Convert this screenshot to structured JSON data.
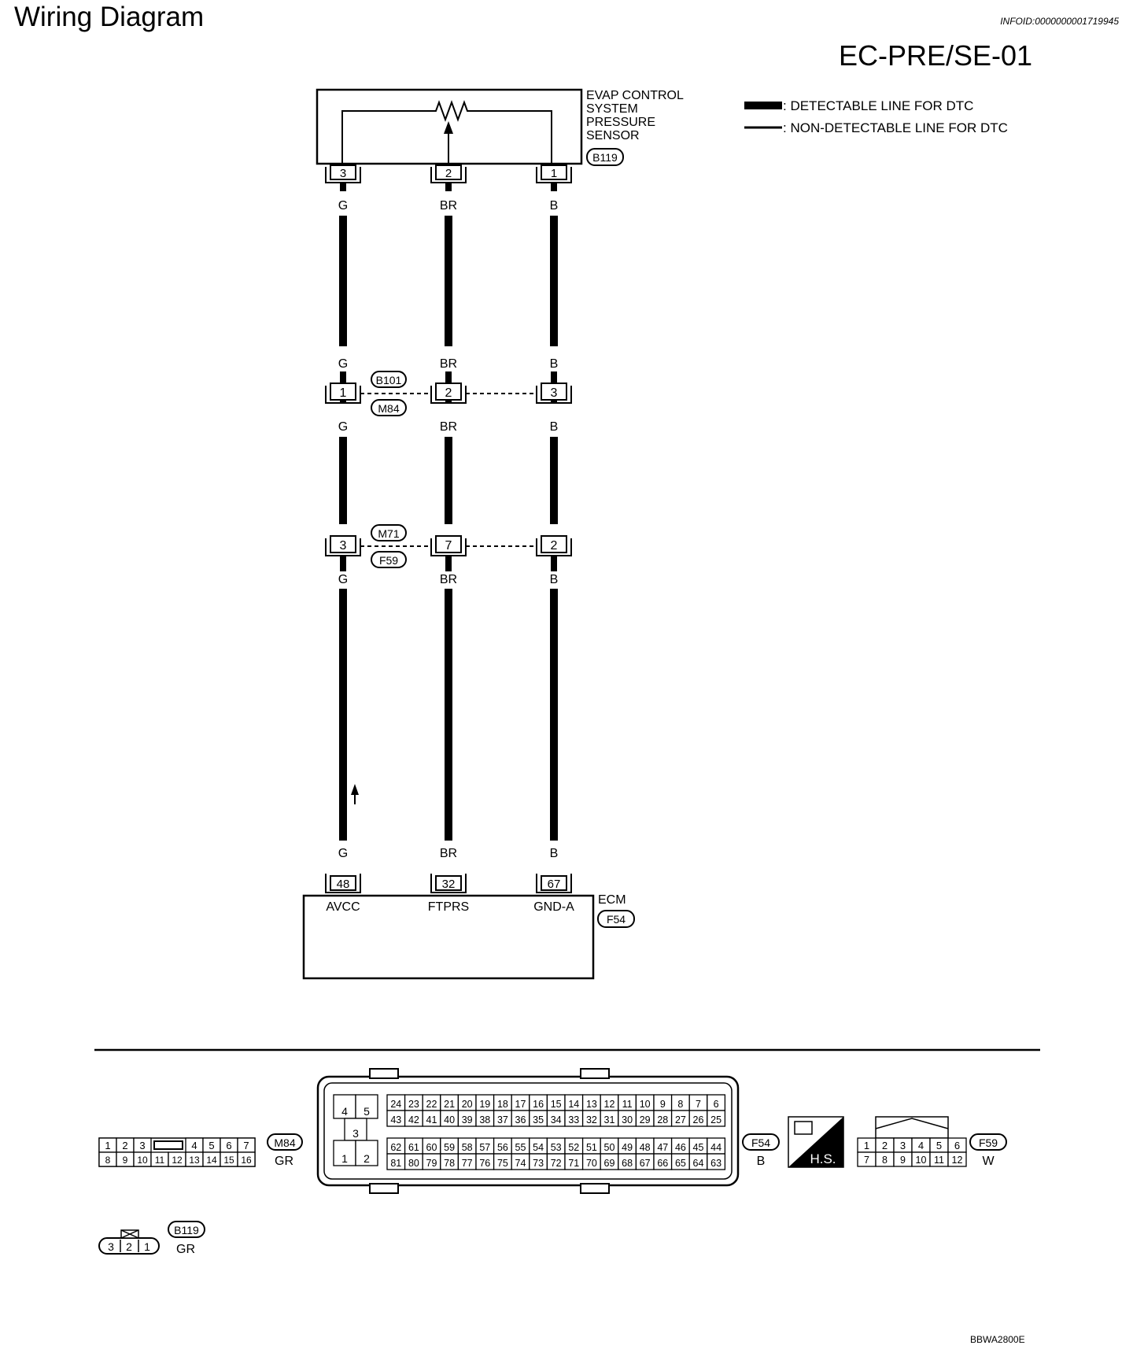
{
  "page": {
    "title": "Wiring Diagram",
    "info_id": "INFOID:0000000001719945",
    "section_code": "EC-PRE/SE-01",
    "figure_code": "BBWA2800E"
  },
  "legend": {
    "detectable": ": DETECTABLE LINE FOR DTC",
    "non_detectable": ": NON-DETECTABLE LINE FOR DTC"
  },
  "sensor": {
    "name_lines": [
      "EVAP CONTROL",
      "SYSTEM",
      "PRESSURE",
      "SENSOR"
    ],
    "connector": "B119",
    "pins": [
      "3",
      "2",
      "1"
    ]
  },
  "wires": {
    "colors": [
      "G",
      "BR",
      "B"
    ]
  },
  "junction1": {
    "connectors": [
      "B101",
      "M84"
    ],
    "pins": [
      "1",
      "2",
      "3"
    ]
  },
  "junction2": {
    "connectors": [
      "M71",
      "F59"
    ],
    "pins": [
      "3",
      "7",
      "2"
    ]
  },
  "ecm": {
    "name": "ECM",
    "connector": "F54",
    "pins": [
      "48",
      "32",
      "67"
    ],
    "terminals": [
      "AVCC",
      "FTPRS",
      "GND-A"
    ]
  },
  "connector_views": {
    "m84": {
      "id": "M84",
      "color": "GR",
      "top_row_left": [
        "1",
        "2",
        "3"
      ],
      "top_row_right": [
        "4",
        "5",
        "6",
        "7"
      ],
      "bottom_row": [
        "8",
        "9",
        "10",
        "11",
        "12",
        "13",
        "14",
        "15",
        "16"
      ]
    },
    "f54": {
      "id": "F54",
      "color": "B",
      "block_small": [
        "4",
        "5",
        "3",
        "1",
        "2"
      ],
      "row1": [
        "24",
        "23",
        "22",
        "21",
        "20",
        "19",
        "18",
        "17",
        "16",
        "15",
        "14",
        "13",
        "12",
        "11",
        "10",
        "9",
        "8",
        "7",
        "6"
      ],
      "row2": [
        "43",
        "42",
        "41",
        "40",
        "39",
        "38",
        "37",
        "36",
        "35",
        "34",
        "33",
        "32",
        "31",
        "30",
        "29",
        "28",
        "27",
        "26",
        "25"
      ],
      "row3": [
        "62",
        "61",
        "60",
        "59",
        "58",
        "57",
        "56",
        "55",
        "54",
        "53",
        "52",
        "51",
        "50",
        "49",
        "48",
        "47",
        "46",
        "45",
        "44"
      ],
      "row4": [
        "81",
        "80",
        "79",
        "78",
        "77",
        "76",
        "75",
        "74",
        "73",
        "72",
        "71",
        "70",
        "69",
        "68",
        "67",
        "66",
        "65",
        "64",
        "63"
      ]
    },
    "hs": {
      "label": "H.S."
    },
    "f59": {
      "id": "F59",
      "color": "W",
      "top_row": [
        "1",
        "2",
        "3",
        "4",
        "5",
        "6"
      ],
      "bottom_row": [
        "7",
        "8",
        "9",
        "10",
        "11",
        "12"
      ]
    },
    "b119": {
      "id": "B119",
      "color": "GR",
      "pins": [
        "3",
        "2",
        "1"
      ]
    }
  }
}
